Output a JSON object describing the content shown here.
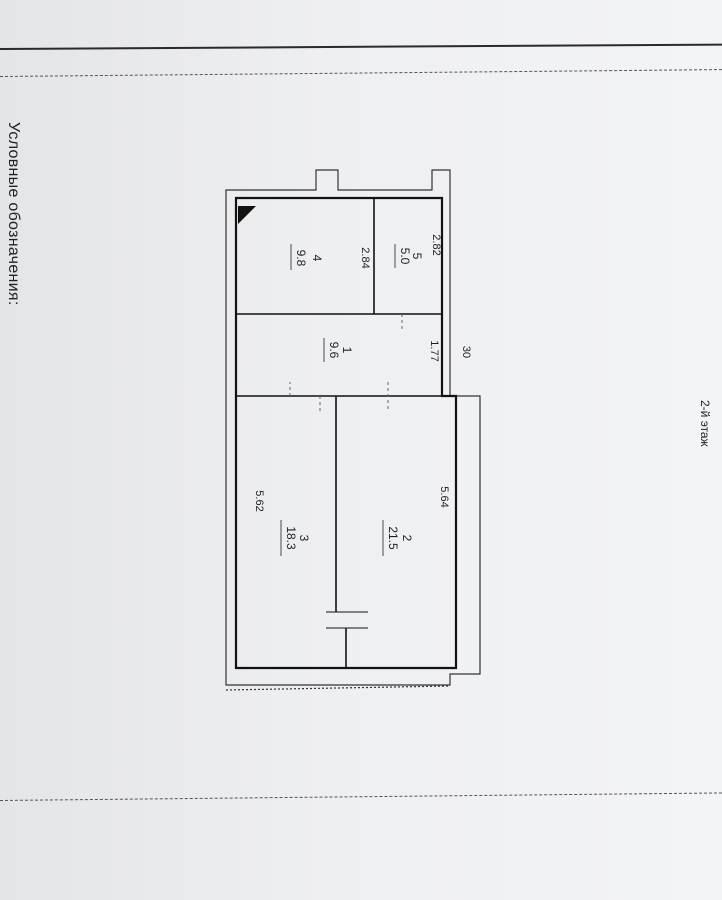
{
  "legend": {
    "title": "Условные обозначения:"
  },
  "floor": {
    "label": "2-й этаж"
  },
  "plan": {
    "wall_code": "30",
    "rooms": [
      {
        "number": "1",
        "area": "9.6",
        "dims": [
          "1.77"
        ]
      },
      {
        "number": "2",
        "area": "21.5",
        "dims": [
          "5.64"
        ]
      },
      {
        "number": "3",
        "area": "18.3",
        "dims": [
          "5.62"
        ]
      },
      {
        "number": "4",
        "area": "9.8",
        "dims": [
          "2.84"
        ]
      },
      {
        "number": "5",
        "area": "5.0",
        "dims": [
          "2.82"
        ]
      }
    ]
  }
}
